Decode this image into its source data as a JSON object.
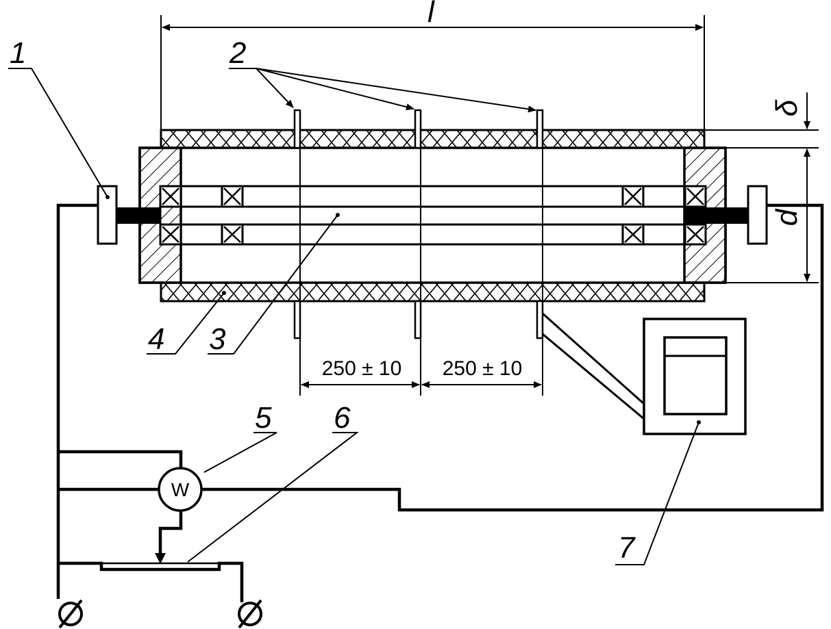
{
  "labels": {
    "terminal": "1",
    "probes": "2",
    "core": "3",
    "insulation": "4",
    "wattmeter": "5",
    "regulator": "6",
    "recorder": "7"
  },
  "dimensions": {
    "length": "l",
    "thickness": "δ",
    "diameter": "d",
    "spacing_left": "250 ± 10",
    "spacing_right": "250 ± 10"
  },
  "wattmeter_symbol": "W",
  "supply_terminal_symbol": "Ø"
}
